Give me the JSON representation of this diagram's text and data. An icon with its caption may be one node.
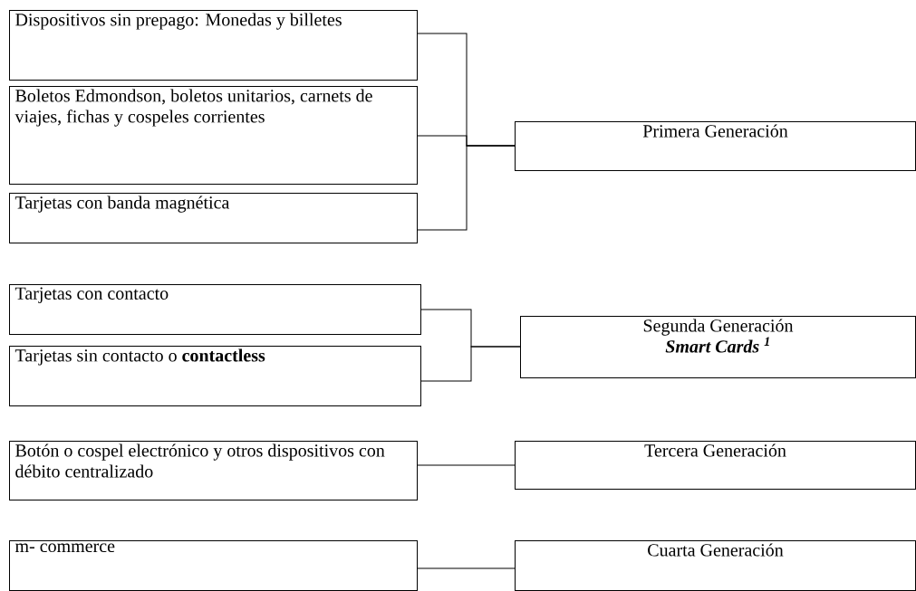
{
  "diagram": {
    "nodes": [
      {
        "text": [
          "Dispositivos sin prepago: Monedas y billetes"
        ]
      },
      {
        "text": [
          "Boletos Edmondson, boletos unitarios, carnets de viajes, fichas y cospeles corrientes"
        ]
      },
      {
        "text": [
          "Tarjetas con banda magnética"
        ]
      },
      {
        "text": [
          "Primera Generación"
        ]
      },
      {
        "text": [
          "Tarjetas con contacto"
        ]
      },
      {
        "text": [
          "Tarjetas sin contacto o **contactless**"
        ]
      },
      {
        "text": [
          "Segunda Generación",
          "Smart Cards $^{1}$"
        ]
      },
      {
        "text": [
          "Botón o cospel electrónico y otros dispositivos con débito centralizado"
        ]
      },
      {
        "text": [
          "Tercera Generación"
        ]
      },
      {
        "text": [
          "m- commerce"
        ]
      },
      {
        "text": [
          "Cuarta Generación"
        ]
      }
    ],
    "edges": [
      {
        "from": 0,
        "to": 3,
        "arrow": "none"
      },
      {
        "from": 1,
        "to": 3,
        "arrow": "none"
      },
      {
        "from": 2,
        "to": 3,
        "arrow": "none"
      },
      {
        "from": 4,
        "to": 6,
        "arrow": "none"
      },
      {
        "from": 5,
        "to": 6,
        "arrow": "none"
      },
      {
        "from": 7,
        "to": 8,
        "arrow": "none"
      },
      {
        "from": 9,
        "to": 10,
        "arrow": "none"
      }
    ]
  }
}
